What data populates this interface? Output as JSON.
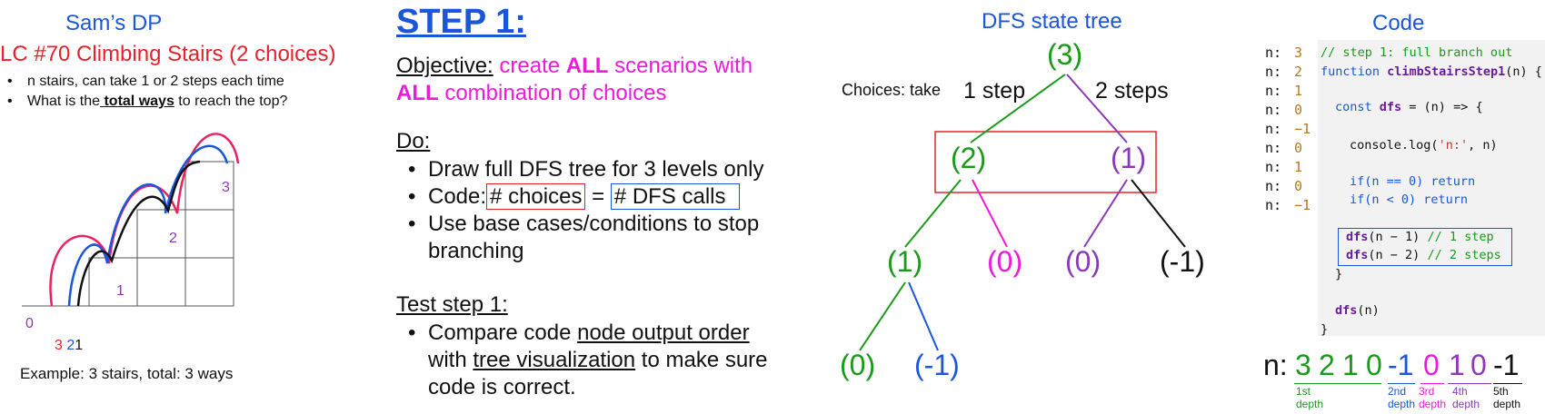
{
  "panel1": {
    "title": "Sam’s DP",
    "problem": "LC #70 Climbing Stairs (2 choices)",
    "bullet1": "n stairs, can take 1 or 2 steps each time",
    "bullet2_pre": "What is the",
    "bullet2_bold": " total ways",
    "bullet2_post": " to reach the top?",
    "stair_labels": [
      "0",
      "1",
      "2",
      "3"
    ],
    "start_labels": [
      "3",
      "2",
      "1"
    ],
    "example": "Example: 3 stairs, total: 3 ways"
  },
  "panel2": {
    "title": "STEP 1:",
    "objective_label": "Objective:",
    "objective_1": " create ",
    "objective_all1": "ALL",
    "objective_2": " scenarios with",
    "objective_all2": "ALL",
    "objective_3": " combination of choices",
    "do_label": "Do:",
    "do_1": "Draw full DFS tree for 3 levels only",
    "do_2_pre": "Code:",
    "do_2_box1": "# choices",
    "do_2_eq": "=",
    "do_2_box2": "# DFS calls",
    "do_3": "Use base cases/conditions to stop branching",
    "test_label": "Test step 1:",
    "test_1a": "Compare code ",
    "test_1b": "node output order",
    "test_1c": "with ",
    "test_1d": "tree visualization",
    "test_1e": " to make sure",
    "test_1f": "code is correct."
  },
  "panel3": {
    "title": "DFS state tree",
    "choices_label": "Choices: take",
    "edge1": "1 step",
    "edge2": "2 steps",
    "nodes": {
      "root": "(3)",
      "l1a": "(2)",
      "l1b": "(1)",
      "l2a": "(1)",
      "l2b": "(0)",
      "l2c": "(0)",
      "l2d": "(-1)",
      "l3a": "(0)",
      "l3b": "(-1)"
    }
  },
  "panel4": {
    "title": "Code",
    "n_outputs": [
      {
        "label": "n:",
        "value": "3"
      },
      {
        "label": "n:",
        "value": "2"
      },
      {
        "label": "n:",
        "value": "1"
      },
      {
        "label": "n:",
        "value": "0"
      },
      {
        "label": "n:",
        "value": "−1"
      },
      {
        "label": "n:",
        "value": "0"
      },
      {
        "label": "n:",
        "value": "1"
      },
      {
        "label": "n:",
        "value": "0"
      },
      {
        "label": "n:",
        "value": "−1"
      }
    ],
    "code": {
      "c1": "// step 1: full branch out",
      "c2_kw": "function",
      "c2_fn": "climbStairsStep1",
      "c2_rest": "(n) {",
      "c3_kw": "const",
      "c3_fn": "dfs",
      "c3_rest": " = (n) => {",
      "c4_pre": "console.",
      "c4_fn": "log",
      "c4_str": "'n:'",
      "c4_post": ", n)",
      "c5": "if(n == 0) return",
      "c6": "if(n < 0) return",
      "c7_fn": "dfs",
      "c7_rest": "(n − 1)",
      "c7_cm": "// 1 step",
      "c8_fn": "dfs",
      "c8_rest": "(n − 2)",
      "c8_cm": "// 2 steps",
      "c9": "}",
      "c10_fn": "dfs",
      "c10_rest": "(n)",
      "c11": "}"
    },
    "output_label": "n:",
    "output_seq": [
      "3",
      "2",
      "1",
      "0",
      "-1",
      "0",
      "1",
      "0",
      "-1"
    ],
    "depths": [
      {
        "line1": "1st",
        "line2": "depth"
      },
      {
        "line1": "2nd",
        "line2": "depth"
      },
      {
        "line1": "3rd",
        "line2": "depth"
      },
      {
        "line1": "4th",
        "line2": "depth"
      },
      {
        "line1": "5th",
        "line2": "depth"
      }
    ]
  },
  "colors": {
    "blue": "#1a56db",
    "red": "#e8202a",
    "magenta": "#ee1adb",
    "green": "#1a9a1a",
    "purple": "#8a3ab9",
    "black": "#111111"
  }
}
